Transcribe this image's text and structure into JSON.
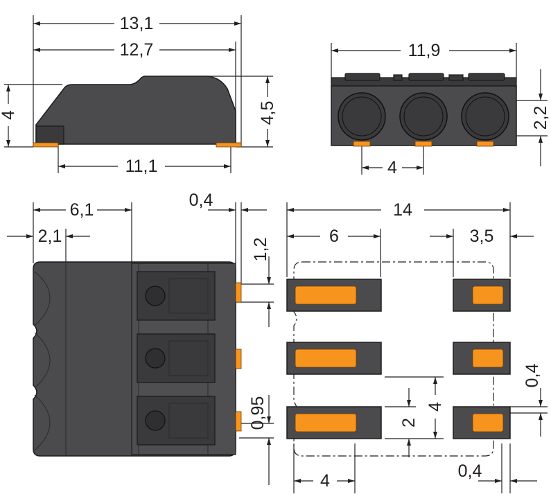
{
  "colors": {
    "housing": "#4b4b4d",
    "contact": "#f7941d",
    "line": "#231f20"
  },
  "side_view": {
    "overall_length": "13,1",
    "length": "12,7",
    "height_left": "4",
    "height_right": "4,5",
    "base_length": "11,1"
  },
  "front_view": {
    "width": "11,9",
    "contact_height": "2,2",
    "pitch": "4"
  },
  "top_view": {
    "length": "6,1",
    "front_section": "2,1",
    "pin_protrusion": "0,4",
    "pin_width": "1,2",
    "pin_offset": "0,95"
  },
  "footprint": {
    "overall": "14",
    "pad_length": "6",
    "pad_small": "3,5",
    "gap": "0,4",
    "pitch": "4",
    "pad_width": "2",
    "pitch_bottom": "4",
    "edge": "0,4"
  }
}
